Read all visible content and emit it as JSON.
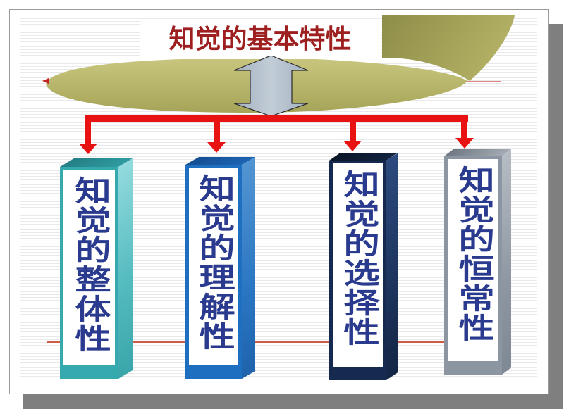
{
  "slide": {
    "title": "知觉的基本特性",
    "branches": [
      {
        "label": "知觉的整体性",
        "color": "#35a9ad"
      },
      {
        "label": "知觉的理解性",
        "color": "#1f6fc0"
      },
      {
        "label": "知觉的选择性",
        "color": "#16294e"
      },
      {
        "label": "知觉的恒常性",
        "color": "#8c96a3"
      }
    ],
    "colors": {
      "title_text": "#9d1f1f",
      "connector_red": "#e81212",
      "pillar_label_text": "#2a3a8e",
      "ellipse_olive": "#b5b368",
      "swoosh_olive": "#98974f",
      "hub_arrow_gray": "#b2bec9",
      "thin_line_top": "#e2837f",
      "thin_line_bottom": "#cf5a45",
      "slide_shadow": "#7f7f7f"
    },
    "icons": {
      "hub": "up-down-arrow-icon",
      "branch_connector": "down-arrow-icon"
    }
  }
}
